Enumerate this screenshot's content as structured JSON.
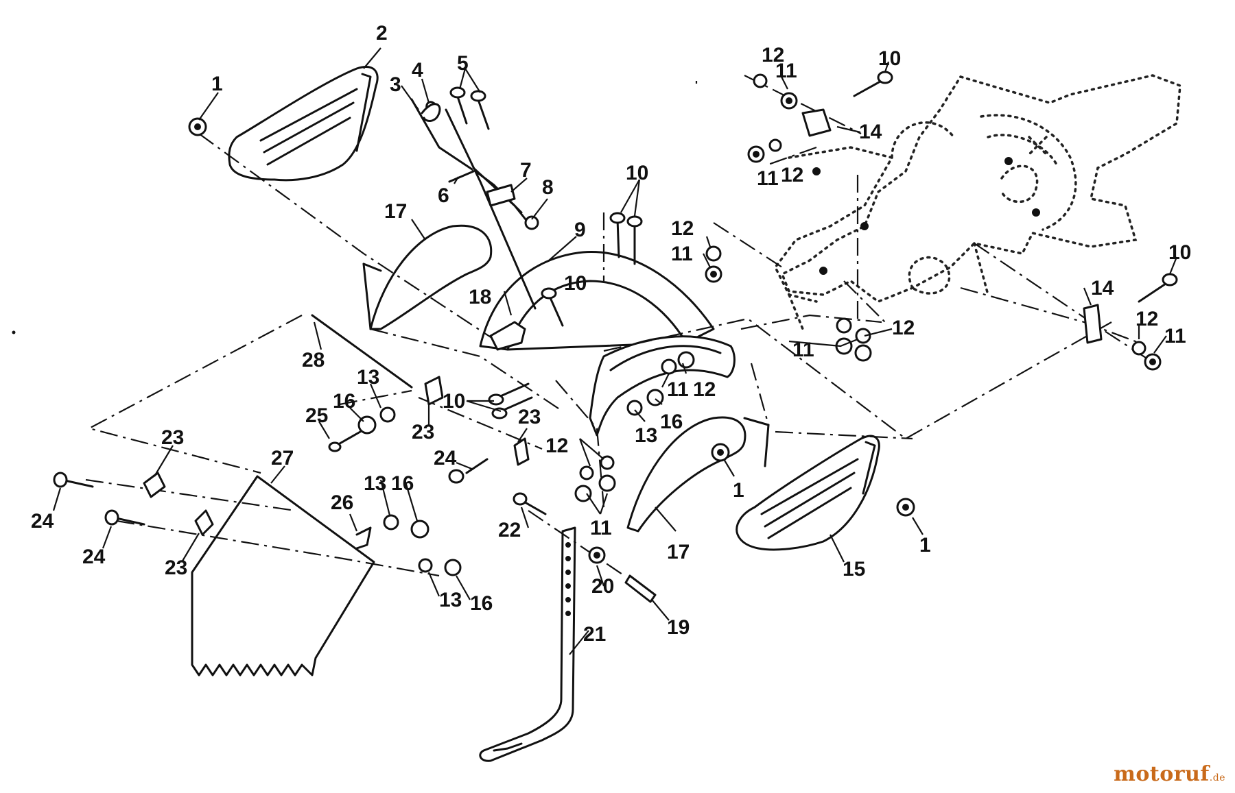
{
  "watermark": {
    "text": "motoruf",
    "suffix": ".de"
  },
  "callouts": [
    "1",
    "2",
    "3",
    "4",
    "5",
    "6",
    "7",
    "8",
    "9",
    "10",
    "11",
    "12",
    "13",
    "14",
    "15",
    "16",
    "17",
    "18",
    "19",
    "20",
    "21",
    "22",
    "23",
    "24",
    "25",
    "26",
    "27",
    "28"
  ],
  "colors": {
    "ink": "#111111",
    "paper": "#ffffff",
    "watermark": "#c96a1a"
  }
}
